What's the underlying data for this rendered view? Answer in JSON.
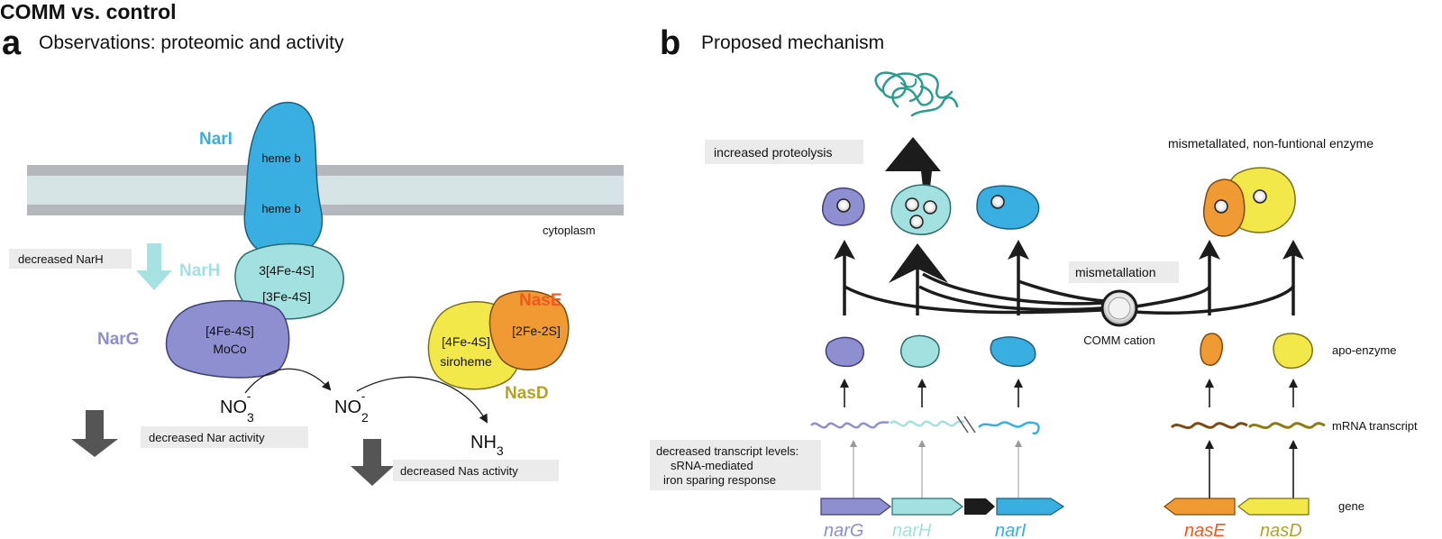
{
  "figure": {
    "title": "COMM vs. control"
  },
  "panel_a": {
    "letter": "a",
    "title": "Observations: proteomic and activity",
    "labels": {
      "nari": "NarI",
      "narh": "NarH",
      "narg": "NarG",
      "nase": "NasE",
      "nasd": "NasD",
      "heme_b_1": "heme b",
      "heme_b_2": "heme b",
      "narh_cluster_1": "3[4Fe-4S]",
      "narh_cluster_2": "[3Fe-4S]",
      "narg_cluster_1": "[4Fe-4S]",
      "narg_cluster_2": "MoCo",
      "nasd_cluster_1": "[4Fe-4S]",
      "nasd_cluster_2": "siroheme",
      "nase_cluster": "[2Fe-2S]",
      "cytoplasm": "cytoplasm",
      "decreased_narh": "decreased NarH",
      "decreased_nar_activity": "decreased Nar activity",
      "decreased_nas_activity": "decreased Nas activity",
      "no3": "NO",
      "no3_sub": "3",
      "no3_sup": "-",
      "no2": "NO",
      "no2_sub": "2",
      "no2_sup": "-",
      "nh3": "NH",
      "nh3_sub": "3"
    }
  },
  "panel_b": {
    "letter": "b",
    "title": "Proposed mechanism",
    "labels": {
      "increased_proteolysis": "increased proteolysis",
      "mismetallated": "mismetallated, non-funtional enzyme",
      "mismetallation": "mismetallation",
      "comm_cation": "COMM cation",
      "apo_enzyme": "apo-enzyme",
      "mrna_transcript": "mRNA transcript",
      "gene": "gene",
      "decreased_transcript_1": "decreased transcript levels:",
      "decreased_transcript_2": "sRNA-mediated",
      "decreased_transcript_3": "iron sparing response"
    },
    "genes": {
      "narG": "narG",
      "narH": "narH",
      "narI": "narI",
      "nasE": "nasE",
      "nasD": "nasD"
    }
  },
  "colors": {
    "narg": "#8e8fd0",
    "narh": "#a3e0e0",
    "nari": "#39aee0",
    "nase": "#f09a33",
    "nasd": "#f2e84a",
    "nasd_label": "#b3a22a",
    "nase_label": "#f05a1e",
    "membrane": "#b4b8bd",
    "membrane_inner": "#d6e4e6",
    "label_box": "#ebebeb",
    "arrow_dark": "#1c1c1c",
    "activity_arrow": "#555555",
    "narh_arrow": "#a6e2e2",
    "debris": "#2a9d8c"
  }
}
